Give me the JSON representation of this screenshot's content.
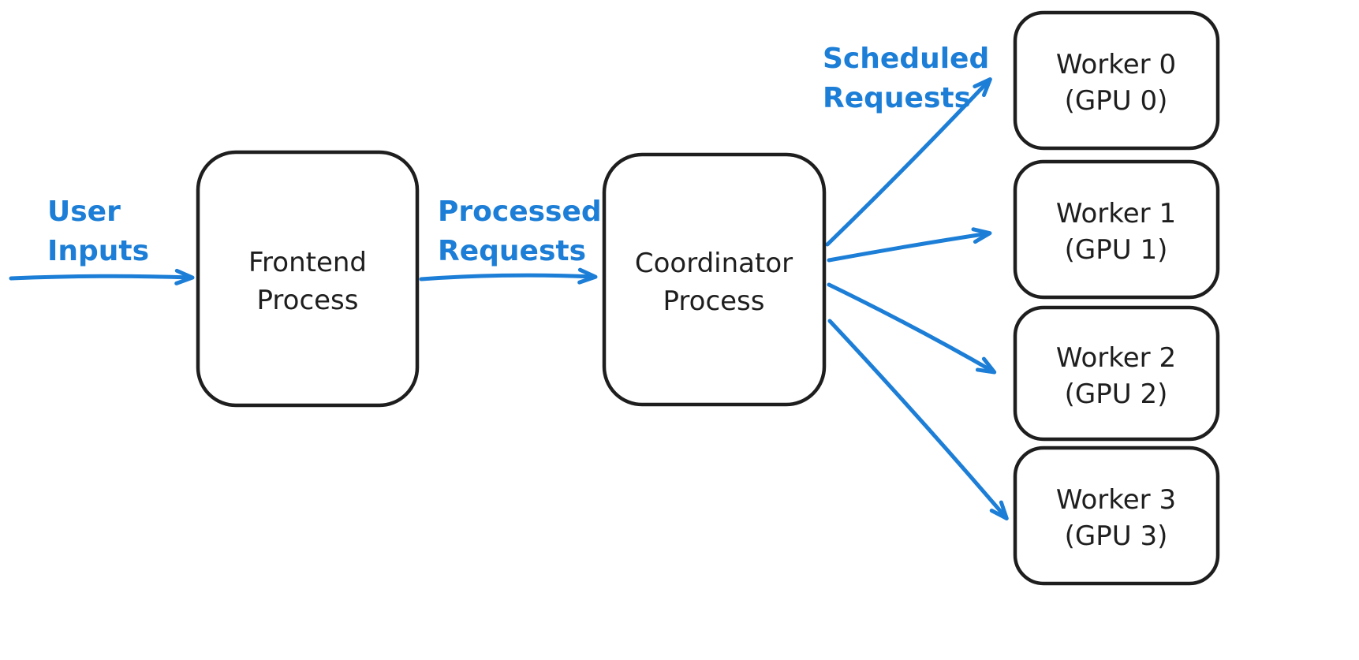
{
  "diagram": {
    "type": "flow-diagram",
    "colors": {
      "accent_blue": "#1c7ed6",
      "node_stroke": "#1e1e1e",
      "background": "#ffffff"
    },
    "edge_labels": {
      "user_inputs": {
        "line1": "User",
        "line2": "Inputs"
      },
      "processed_requests": {
        "line1": "Processed",
        "line2": "Requests"
      },
      "scheduled_requests": {
        "line1": "Scheduled",
        "line2": "Requests"
      }
    },
    "nodes": {
      "frontend": {
        "line1": "Frontend",
        "line2": "Process"
      },
      "coordinator": {
        "line1": "Coordinator",
        "line2": "Process"
      },
      "workers": [
        {
          "line1": "Worker 0",
          "line2": "(GPU 0)"
        },
        {
          "line1": "Worker 1",
          "line2": "(GPU 1)"
        },
        {
          "line1": "Worker 2",
          "line2": "(GPU 2)"
        },
        {
          "line1": "Worker 3",
          "line2": "(GPU 3)"
        }
      ]
    }
  }
}
